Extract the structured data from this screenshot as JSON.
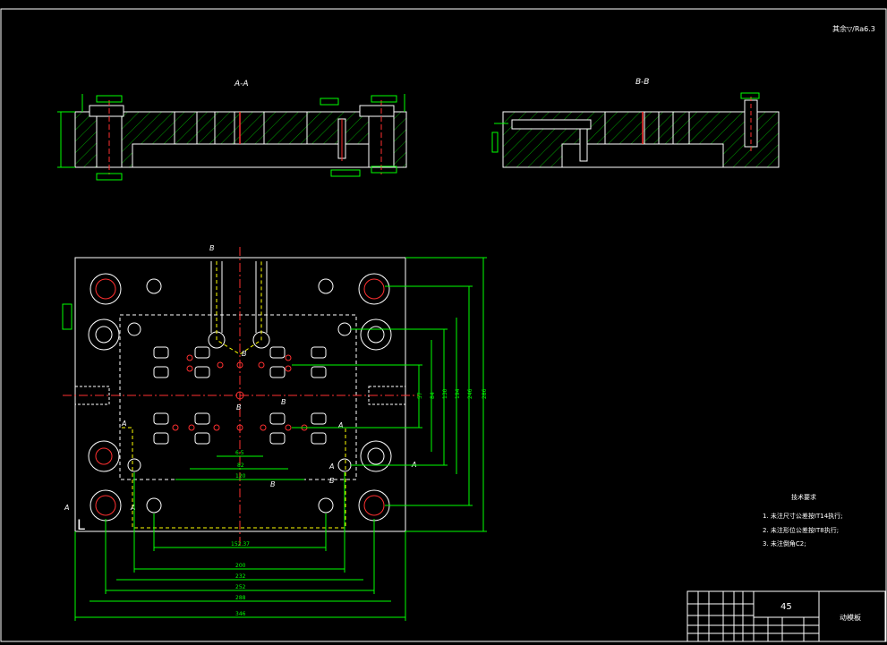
{
  "sheet": {
    "roughness_note": "其余▽/Ra6.3",
    "section_aa_title": "A-A",
    "section_bb_title": "B-B"
  },
  "plan_view": {
    "cut_labels": {
      "a": "A",
      "b": "B"
    },
    "horizontal_dims": [
      "6.5",
      "82",
      "120",
      "152.37",
      "200",
      "232",
      "252",
      "288",
      "346"
    ],
    "vertical_dims": [
      "57",
      "84",
      "130",
      "194",
      "246",
      "286"
    ],
    "corner_mark": "L"
  },
  "technical_requirements": {
    "title": "技术要求",
    "items": [
      "1. 未注尺寸公差按IT14执行;",
      "2. 未注形位公差按IT8执行;",
      "3. 未注倒角C2;"
    ]
  },
  "title_block": {
    "material": "45",
    "part_name": "动模板"
  },
  "colors": {
    "background": "#000000",
    "outline": "#ffffff",
    "hatch": "#00a000",
    "center_line": "#ff3030",
    "dimension": "#00ff00"
  }
}
